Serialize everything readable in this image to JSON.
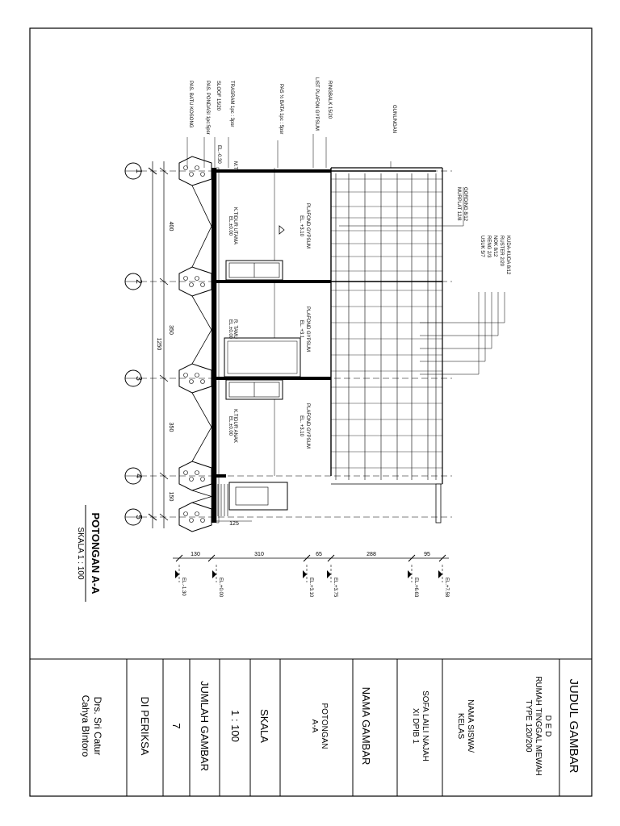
{
  "title_block": {
    "judul_label": "JUDUL GAMBAR",
    "judul_lines": [
      "D E D",
      "RUMAH TINGGAL MEWAH",
      "TYPE 120/200"
    ],
    "siswa_label_lines": [
      "NAMA SISWA/",
      "KELAS"
    ],
    "siswa_value_lines": [
      "SOFA LAILI NAJAH",
      "XI DPIB 1"
    ],
    "nama_gambar_label": "NAMA GAMBAR",
    "nama_gambar_lines": [
      "POTONGAN",
      "A-A"
    ],
    "skala_label": "SKALA",
    "skala_value": "1 : 100",
    "jumlah_label": "JUMLAH GAMBAR",
    "jumlah_value": "7",
    "diperiksa_label": "DI PERIKSA",
    "diperiksa_lines": [
      "Drs. Sri Catur",
      "Cahya BIntoro"
    ]
  },
  "drawing": {
    "title": "POTONGAN A-A",
    "scale": "SKALA 1 : 100",
    "grid_axes": [
      "1",
      "2",
      "3",
      "4",
      "5"
    ],
    "axis_dims": [
      "400",
      "350",
      "350",
      "150"
    ],
    "total_dim": "1250",
    "overhang_dim": "125",
    "height_dims": [
      "130",
      "310",
      "65",
      "288",
      "95"
    ],
    "elevations": [
      "EL.-1.30",
      "EL.+0.00",
      "EL.+3.10",
      "EL.+3.75",
      "EL.+6.63",
      "EL.+7.58"
    ],
    "leaders_left": [
      "PAS. BATU KOSONG",
      "PAS. PONDASI 1pc:5psr",
      "SLOOF 15/20",
      "TRASRAM 1pc : 3psr",
      "PAS ½ BATA 1pc : 5psr",
      "LIST PLAFON GYPSUM",
      "RINGBALK 15/20",
      "GUNUNGAN"
    ],
    "leaders_right_a": [
      "GORDING 8/12",
      "MURPLAT 12/8"
    ],
    "leaders_right_b": [
      "KUDA-KUDA 8/12",
      "RUSTER 2/20",
      "NOK 8/12",
      "RENG 2/3",
      "USUK 5/7"
    ],
    "room_labels": [
      {
        "name": "K.TIDUR UTAMA",
        "el": "EL.±0.00"
      },
      {
        "name": "R. TAMU",
        "el": "EL.±0.00"
      },
      {
        "name": "K.TIDUR ANAK",
        "el": "EL.±0.00"
      }
    ],
    "ceiling_labels": [
      {
        "name": "PLAFOND GYPSUM",
        "el": "EL. +3.10"
      },
      {
        "name": "PLAFOND GYPSUM",
        "el": "EL. +3.1"
      },
      {
        "name": "PLAFOND GYPSUM",
        "el": "EL. +3.10"
      }
    ],
    "small_tag": "EL.-0.30",
    "mt_tag": "M.T"
  }
}
